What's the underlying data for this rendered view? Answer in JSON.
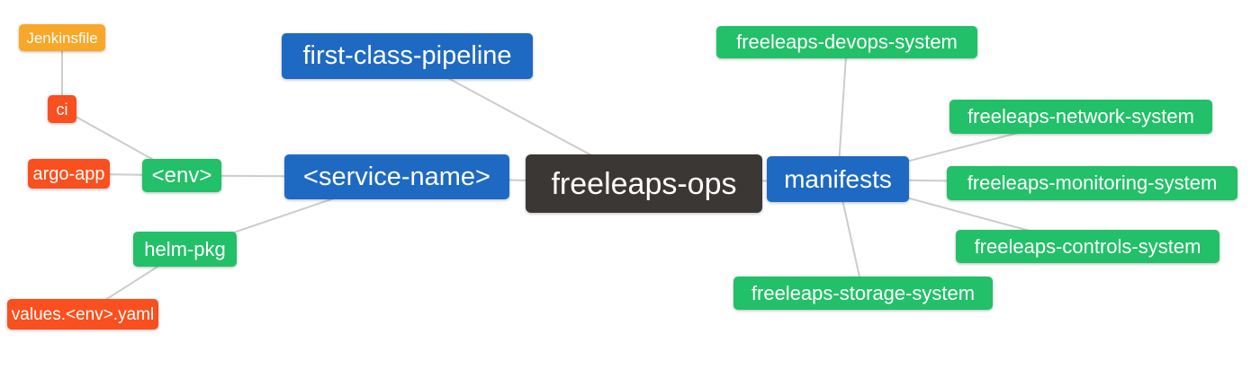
{
  "diagram": {
    "background_color": "#ffffff",
    "edge_color": "#cccccc",
    "node_text_color": "#ffffff",
    "palette": {
      "blue": "#1e6ac2",
      "green": "#22c068",
      "orange": "#f8a728",
      "red": "#fa4f1e",
      "dark": "#3b3734"
    },
    "nodes": [
      {
        "id": "jenkinsfile",
        "label": "Jenkinsfile",
        "color": "orange"
      },
      {
        "id": "ci",
        "label": "ci",
        "color": "red"
      },
      {
        "id": "argo-app",
        "label": "argo-app",
        "color": "red"
      },
      {
        "id": "env",
        "label": "<env>",
        "color": "green"
      },
      {
        "id": "first-class-pipeline",
        "label": "first-class-pipeline",
        "color": "blue"
      },
      {
        "id": "service-name",
        "label": "<service-name>",
        "color": "blue"
      },
      {
        "id": "freeleaps-ops",
        "label": "freeleaps-ops",
        "color": "dark"
      },
      {
        "id": "manifests",
        "label": "manifests",
        "color": "blue"
      },
      {
        "id": "helm-pkg",
        "label": "helm-pkg",
        "color": "green"
      },
      {
        "id": "values-env-yaml",
        "label": "values.<env>.yaml",
        "color": "red"
      },
      {
        "id": "freeleaps-devops-system",
        "label": "freeleaps-devops-system",
        "color": "green"
      },
      {
        "id": "freeleaps-network-system",
        "label": "freeleaps-network-system",
        "color": "green"
      },
      {
        "id": "freeleaps-monitoring-system",
        "label": "freeleaps-monitoring-system",
        "color": "green"
      },
      {
        "id": "freeleaps-controls-system",
        "label": "freeleaps-controls-system",
        "color": "green"
      },
      {
        "id": "freeleaps-storage-system",
        "label": "freeleaps-storage-system",
        "color": "green"
      }
    ],
    "edges": [
      {
        "from": "jenkinsfile",
        "to": "ci"
      },
      {
        "from": "ci",
        "to": "env"
      },
      {
        "from": "argo-app",
        "to": "env"
      },
      {
        "from": "env",
        "to": "service-name"
      },
      {
        "from": "helm-pkg",
        "to": "service-name"
      },
      {
        "from": "values-env-yaml",
        "to": "helm-pkg"
      },
      {
        "from": "first-class-pipeline",
        "to": "freeleaps-ops"
      },
      {
        "from": "service-name",
        "to": "freeleaps-ops"
      },
      {
        "from": "freeleaps-ops",
        "to": "manifests"
      },
      {
        "from": "manifests",
        "to": "freeleaps-devops-system"
      },
      {
        "from": "manifests",
        "to": "freeleaps-network-system"
      },
      {
        "from": "manifests",
        "to": "freeleaps-monitoring-system"
      },
      {
        "from": "manifests",
        "to": "freeleaps-controls-system"
      },
      {
        "from": "manifests",
        "to": "freeleaps-storage-system"
      }
    ]
  }
}
